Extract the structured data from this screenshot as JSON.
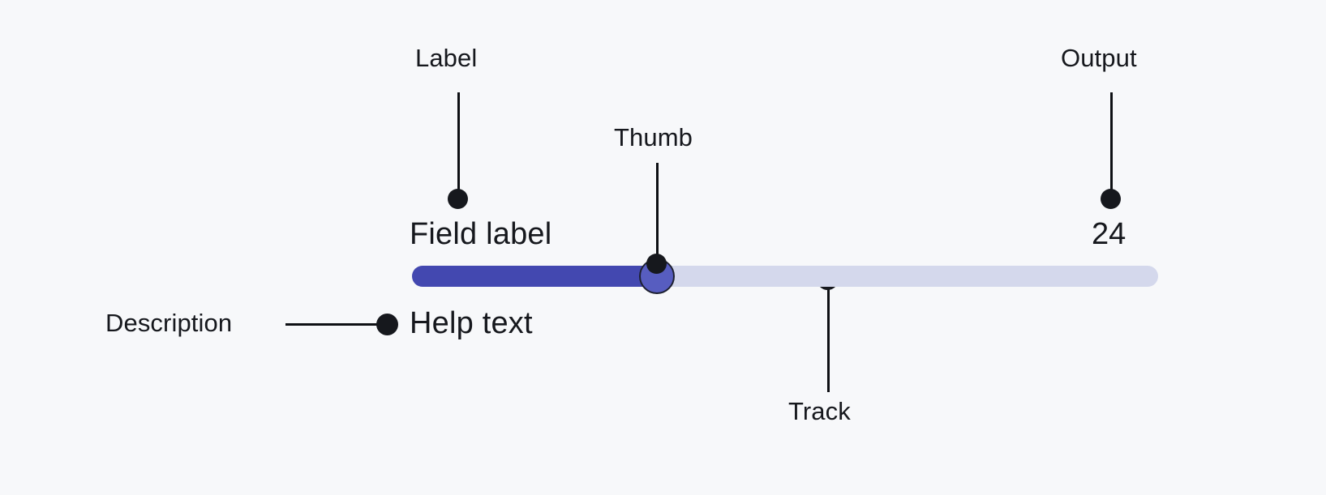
{
  "diagram": {
    "title": "Slider anatomy annotation diagram",
    "background_color": "#f7f8fa",
    "annotation_color": "#16181d"
  },
  "annotations": [
    {
      "id": "label",
      "text": "Label",
      "points_to": "field-label"
    },
    {
      "id": "thumb",
      "text": "Thumb",
      "points_to": "slider-thumb"
    },
    {
      "id": "output",
      "text": "Output",
      "points_to": "field-output"
    },
    {
      "id": "description",
      "text": "Description",
      "points_to": "help-text"
    },
    {
      "id": "track",
      "text": "Track",
      "points_to": "slider-track"
    }
  ],
  "slider": {
    "label": "Field label",
    "output_value": "24",
    "help_text": "Help text",
    "fill_color": "#4348b0",
    "track_color": "#d4d8ec",
    "thumb_color": "#575dc0",
    "value": 24,
    "min": 0,
    "max": 100,
    "fill_percent": 33
  }
}
